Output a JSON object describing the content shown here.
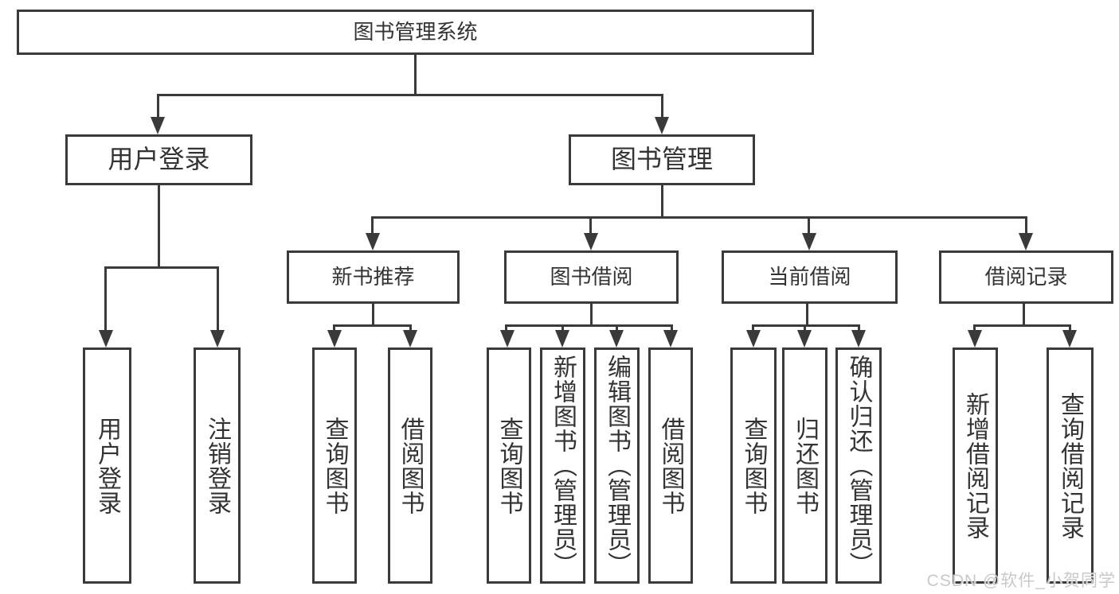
{
  "diagram": {
    "type": "feature-tree",
    "colors": {
      "line": "#3a3a3a",
      "text": "#333333",
      "background": "#ffffff",
      "watermark": "#c9c9c9"
    },
    "tree": {
      "root": {
        "label": "图书管理系统"
      },
      "children": [
        {
          "label": "用户登录",
          "children": [
            {
              "label": "用户登录"
            },
            {
              "label": "注销登录"
            }
          ]
        },
        {
          "label": "图书管理",
          "children": [
            {
              "label": "新书推荐",
              "children": [
                {
                  "label": "查询图书"
                },
                {
                  "label": "借阅图书"
                }
              ]
            },
            {
              "label": "图书借阅",
              "children": [
                {
                  "label": "查询图书"
                },
                {
                  "label": "新增图书（管理员）"
                },
                {
                  "label": "编辑图书（管理员）"
                },
                {
                  "label": "借阅图书"
                }
              ]
            },
            {
              "label": "当前借阅",
              "children": [
                {
                  "label": "查询图书"
                },
                {
                  "label": "归还图书"
                },
                {
                  "label": "确认归还（管理员）"
                }
              ]
            },
            {
              "label": "借阅记录",
              "children": [
                {
                  "label": "新增借阅记录"
                },
                {
                  "label": "查询借阅记录"
                }
              ]
            }
          ]
        }
      ]
    },
    "watermark": {
      "text": "CSDN @软件_小贺同学"
    }
  }
}
